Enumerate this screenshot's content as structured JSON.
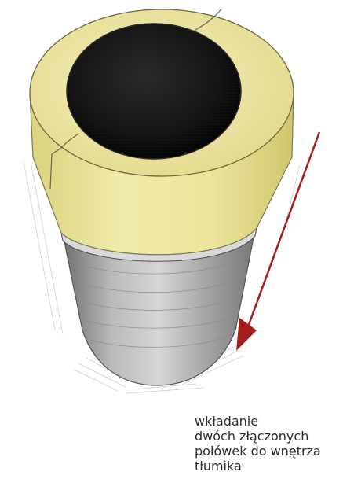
{
  "caption": {
    "lines": [
      "wkładanie",
      "dwóch złączonych",
      "połówek do wnętrza",
      "tłumika"
    ]
  },
  "colors": {
    "insulation_yellow": "#eee7a0",
    "inner_core": "#151515",
    "metal_shell": "#9a9a9a",
    "arrow_red": "#a51c1c"
  }
}
